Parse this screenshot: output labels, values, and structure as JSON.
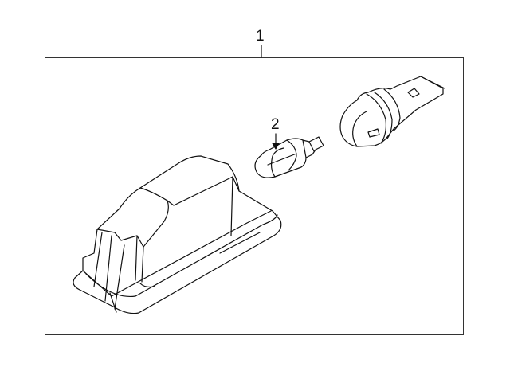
{
  "diagram": {
    "type": "exploded parts diagram",
    "subject": "license plate lamp assembly",
    "callouts": [
      {
        "number": "1",
        "part": "lamp assembly (housing)"
      },
      {
        "number": "2",
        "part": "bulb"
      }
    ],
    "parts_shown": [
      "lamp housing",
      "wedge bulb",
      "bulb socket"
    ],
    "colors": {
      "line": "#111111",
      "background": "#ffffff",
      "frame": "#333333"
    }
  }
}
